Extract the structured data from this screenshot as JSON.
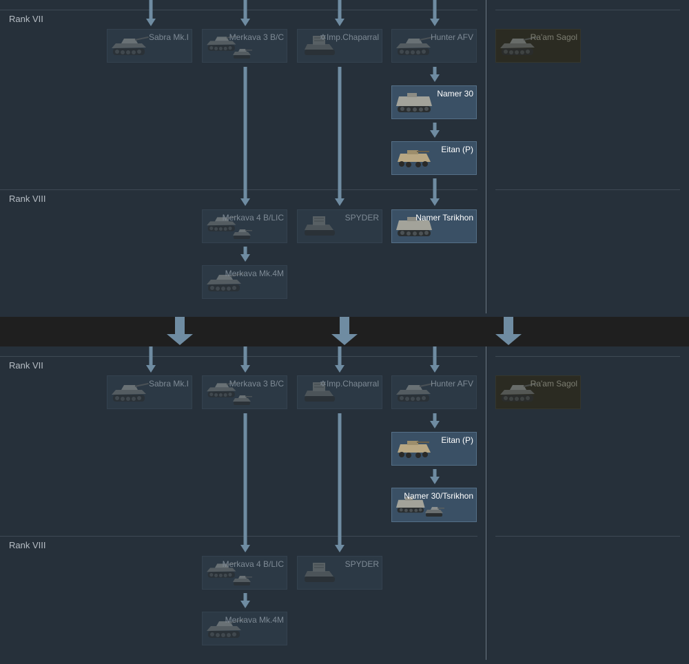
{
  "colors": {
    "panel_bg": "#26303a",
    "band_bg": "#1f1f1f",
    "card_locked": "#2c3945",
    "card_researched": "#3a5065",
    "card_premium": "#2b2b22",
    "arrow": "#6f8ca2",
    "text_locked": "#7e8a95",
    "text_researched": "#ffffff"
  },
  "top": {
    "rank7_label": "Rank VII",
    "rank8_label": "Rank VIII",
    "r7": {
      "sabra": "Sabra Mk.I",
      "merkava3": "Merkava 3 B/C",
      "chaparral": "✡Imp.Chaparral",
      "hunter": "Hunter AFV",
      "raam": "Ra'am Sagol"
    },
    "namer30": "Namer 30",
    "eitan": "Eitan (P)",
    "r8": {
      "merkava4": "Merkava 4 B/LIC",
      "spyder": "SPYDER",
      "tsrikhon": "Namer Tsrikhon",
      "mk4m": "Merkava Mk.4M"
    }
  },
  "bottom": {
    "rank7_label": "Rank VII",
    "rank8_label": "Rank VIII",
    "r7": {
      "sabra": "Sabra Mk.I",
      "merkava3": "Merkava 3 B/C",
      "chaparral": "✡Imp.Chaparral",
      "hunter": "Hunter AFV",
      "raam": "Ra'am Sagol"
    },
    "eitan": "Eitan (P)",
    "namer_combo": "Namer 30/Tsrikhon",
    "r8": {
      "merkava4": "Merkava 4 B/LIC",
      "spyder": "SPYDER",
      "mk4m": "Merkava Mk.4M"
    }
  }
}
